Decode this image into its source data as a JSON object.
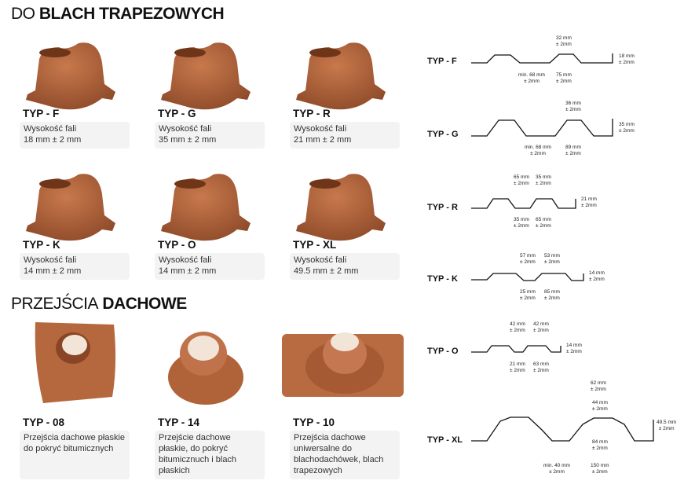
{
  "section1": {
    "title_light": "DO",
    "title_bold": "BLACH TRAPEZOWYCH"
  },
  "section2": {
    "title_light": "PRZEJŚCIA",
    "title_bold": "DACHOWE"
  },
  "products": [
    {
      "name": "TYP - F",
      "line1": "Wysokość fali",
      "line2": "18 mm ± 2 mm"
    },
    {
      "name": "TYP - G",
      "line1": "Wysokość fali",
      "line2": "35 mm ± 2 mm"
    },
    {
      "name": "TYP - R",
      "line1": "Wysokość fali",
      "line2": "21 mm ± 2 mm"
    },
    {
      "name": "TYP - K",
      "line1": "Wysokość fali",
      "line2": "14 mm ± 2 mm"
    },
    {
      "name": "TYP - O",
      "line1": "Wysokość fali",
      "line2": "14 mm ± 2 mm"
    },
    {
      "name": "TYP - XL",
      "line1": "Wysokość fali",
      "line2": "49.5 mm ± 2 mm"
    }
  ],
  "passages": [
    {
      "name": "TYP - 08",
      "desc": "Przejścia dachowe płaskie do pokryć bitumicznych"
    },
    {
      "name": "TYP - 14",
      "desc": "Przejście dachowe płaskie, do pokryć bitumicznuch i blach płaskich"
    },
    {
      "name": "TYP - 10",
      "desc": "Przejścia dachowe uniwersalne do blachodachówek, blach trapezowych"
    }
  ],
  "diagrams": {
    "f": {
      "label": "TYP - F",
      "top": "32 mm",
      "height": "18 mm",
      "b1": "min. 68 mm",
      "b2": "75 mm"
    },
    "g": {
      "label": "TYP - G",
      "top": "36 mm",
      "height": "35 mm",
      "b1": "min. 68 mm",
      "b2": "89 mm"
    },
    "r": {
      "label": "TYP - R",
      "t1": "65 mm",
      "t2": "35 mm",
      "height": "21 mm",
      "b1": "35 mm",
      "b2": "65 mm"
    },
    "k": {
      "label": "TYP - K",
      "t1": "57 mm",
      "t2": "53 mm",
      "height": "14 mm",
      "b1": "25 mm",
      "b2": "85 mm"
    },
    "o": {
      "label": "TYP - O",
      "t1": "42 mm",
      "t2": "42 mm",
      "height": "14 mm",
      "b1": "21 mm",
      "b2": "63 mm"
    },
    "xl": {
      "label": "TYP - XL",
      "t1": "62 mm",
      "t2": "44 mm",
      "mid": "84 mm",
      "height": "49.5 mm",
      "b1": "min. 40 mm",
      "b2": "150 mm"
    },
    "tol": "± 2mm"
  },
  "colors": {
    "product": "#b0643c",
    "box": "#f3f3f3"
  }
}
